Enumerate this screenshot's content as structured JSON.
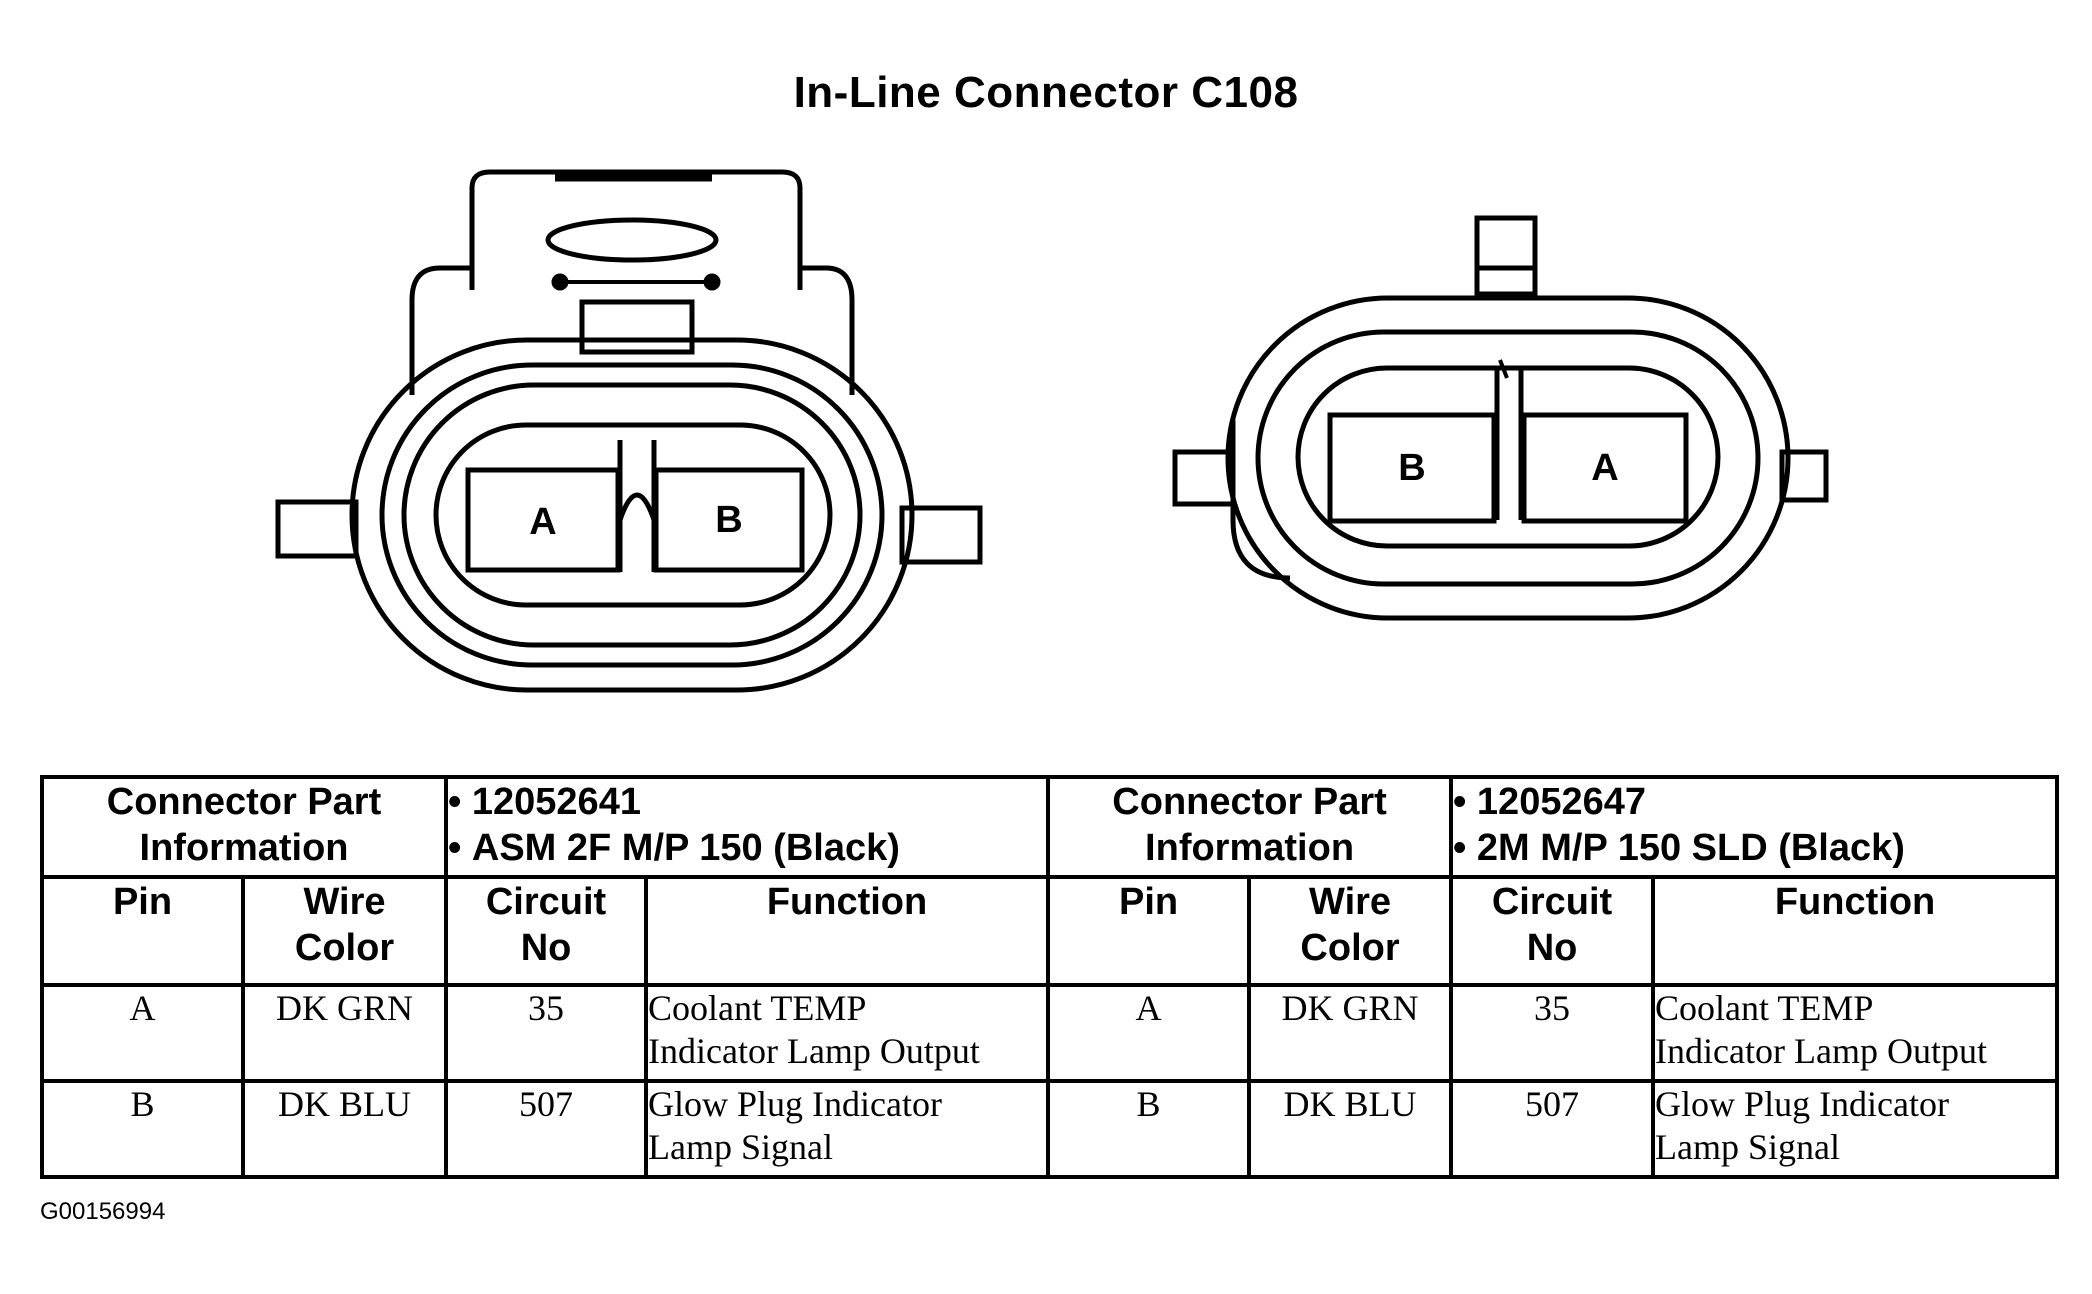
{
  "title": "In-Line Connector C108",
  "figure_id": "G00156994",
  "left_connector": {
    "cavity_left": "A",
    "cavity_right": "B",
    "part_info_label_line1": "Connector Part",
    "part_info_label_line2": "Information",
    "part_number": "12052641",
    "description": "ASM 2F M/P 150 (Black)"
  },
  "right_connector": {
    "cavity_left": "B",
    "cavity_right": "A",
    "part_info_label_line1": "Connector Part",
    "part_info_label_line2": "Information",
    "part_number": "12052647",
    "description": "2M M/P 150 SLD (Black)"
  },
  "columns": {
    "pin": "Pin",
    "wire_color_line1": "Wire",
    "wire_color_line2": "Color",
    "circuit_line1": "Circuit",
    "circuit_line2": "No",
    "function": "Function"
  },
  "rows": [
    {
      "pin": "A",
      "wire_color": "DK GRN",
      "circuit": "35",
      "function_line1": "Coolant TEMP",
      "function_line2": "Indicator Lamp Output"
    },
    {
      "pin": "B",
      "wire_color": "DK BLU",
      "circuit": "507",
      "function_line1": "Glow Plug Indicator",
      "function_line2": "Lamp Signal"
    }
  ]
}
